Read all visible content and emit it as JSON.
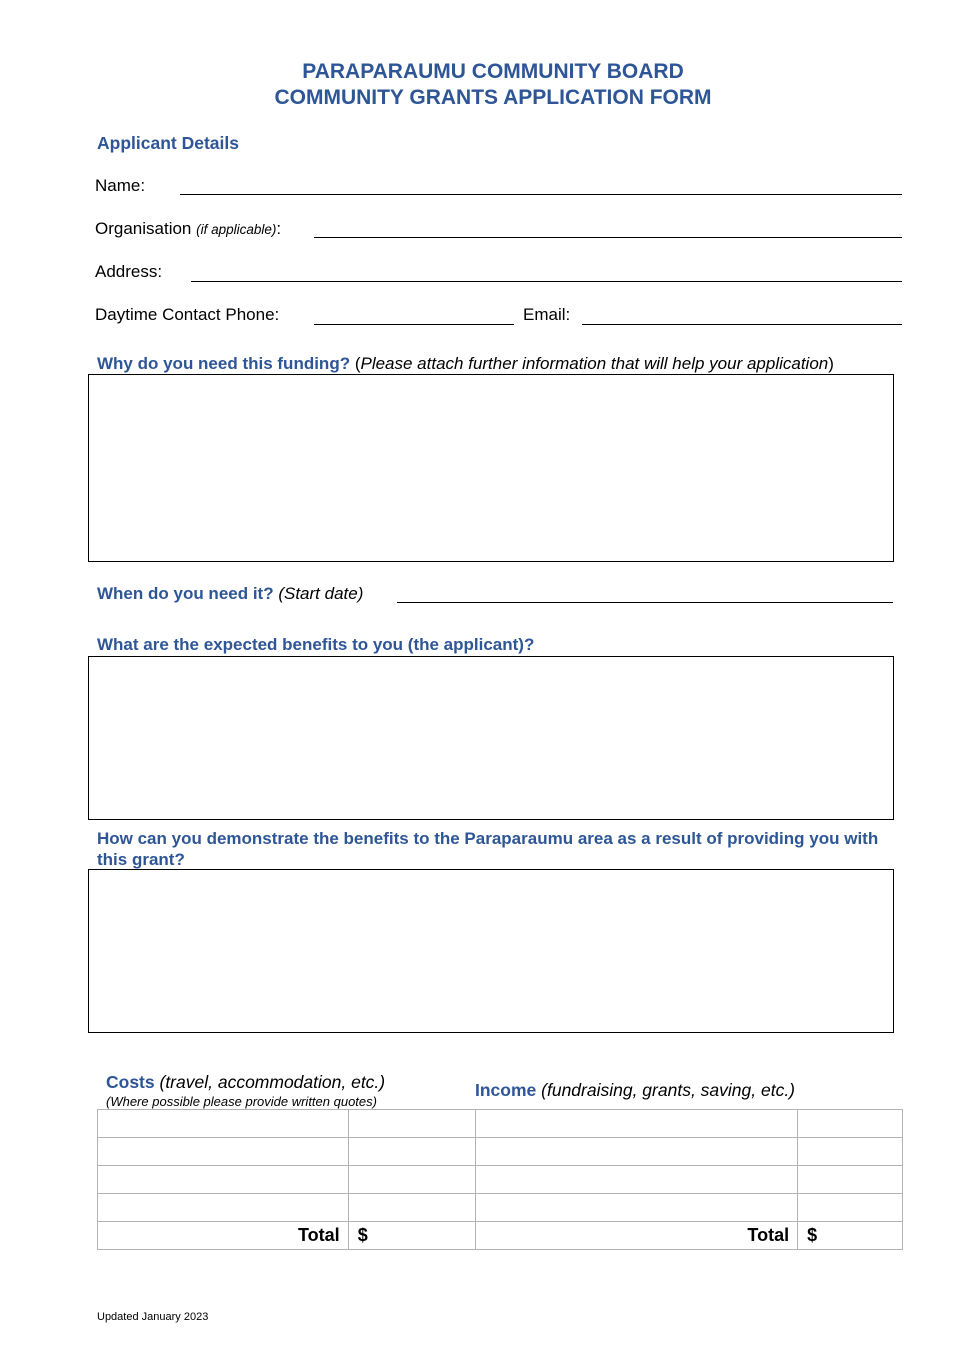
{
  "header": {
    "title_line1": "PARAPARAUMU COMMUNITY BOARD",
    "title_line2": "COMMUNITY GRANTS APPLICATION FORM"
  },
  "applicant": {
    "heading": "Applicant Details",
    "name_label": "Name:",
    "name_value": "",
    "organisation_label": "Organisation",
    "organisation_note": "(if applicable)",
    "organisation_colon": ":",
    "organisation_value": "",
    "address_label": "Address:",
    "address_value": "",
    "phone_label": "Daytime Contact Phone:",
    "phone_value": "",
    "email_label": "Email:",
    "email_value": ""
  },
  "funding": {
    "question": "Why do you need this funding?",
    "paren_open": " (",
    "note": "Please attach further information that will help your application",
    "paren_close": ")",
    "answer": ""
  },
  "when": {
    "question": "When do you need it?",
    "note": " (Start date)",
    "answer": ""
  },
  "benefits_applicant": {
    "question": "What are the expected benefits to you (the applicant)?",
    "answer": ""
  },
  "benefits_area": {
    "question": "How can you demonstrate the benefits to the Paraparaumu area as a result of providing you with this grant?",
    "answer": ""
  },
  "costs": {
    "heading": "Costs",
    "note": " (travel, accommodation, etc.)",
    "subnote": "(Where possible please provide written quotes)",
    "rows": [
      {
        "item": "",
        "amount": ""
      },
      {
        "item": "",
        "amount": ""
      },
      {
        "item": "",
        "amount": ""
      },
      {
        "item": "",
        "amount": ""
      }
    ],
    "total_label": "Total",
    "currency": "$"
  },
  "income": {
    "heading": "Income",
    "note": " (fundraising, grants, saving, etc.)",
    "rows": [
      {
        "item": "",
        "amount": ""
      },
      {
        "item": "",
        "amount": ""
      },
      {
        "item": "",
        "amount": ""
      },
      {
        "item": "",
        "amount": ""
      }
    ],
    "total_label": "Total",
    "currency": "$"
  },
  "footer": {
    "updated": "Updated January 2023"
  },
  "colors": {
    "heading_blue": "#2e5697",
    "table_border": "#b3b3b3"
  }
}
